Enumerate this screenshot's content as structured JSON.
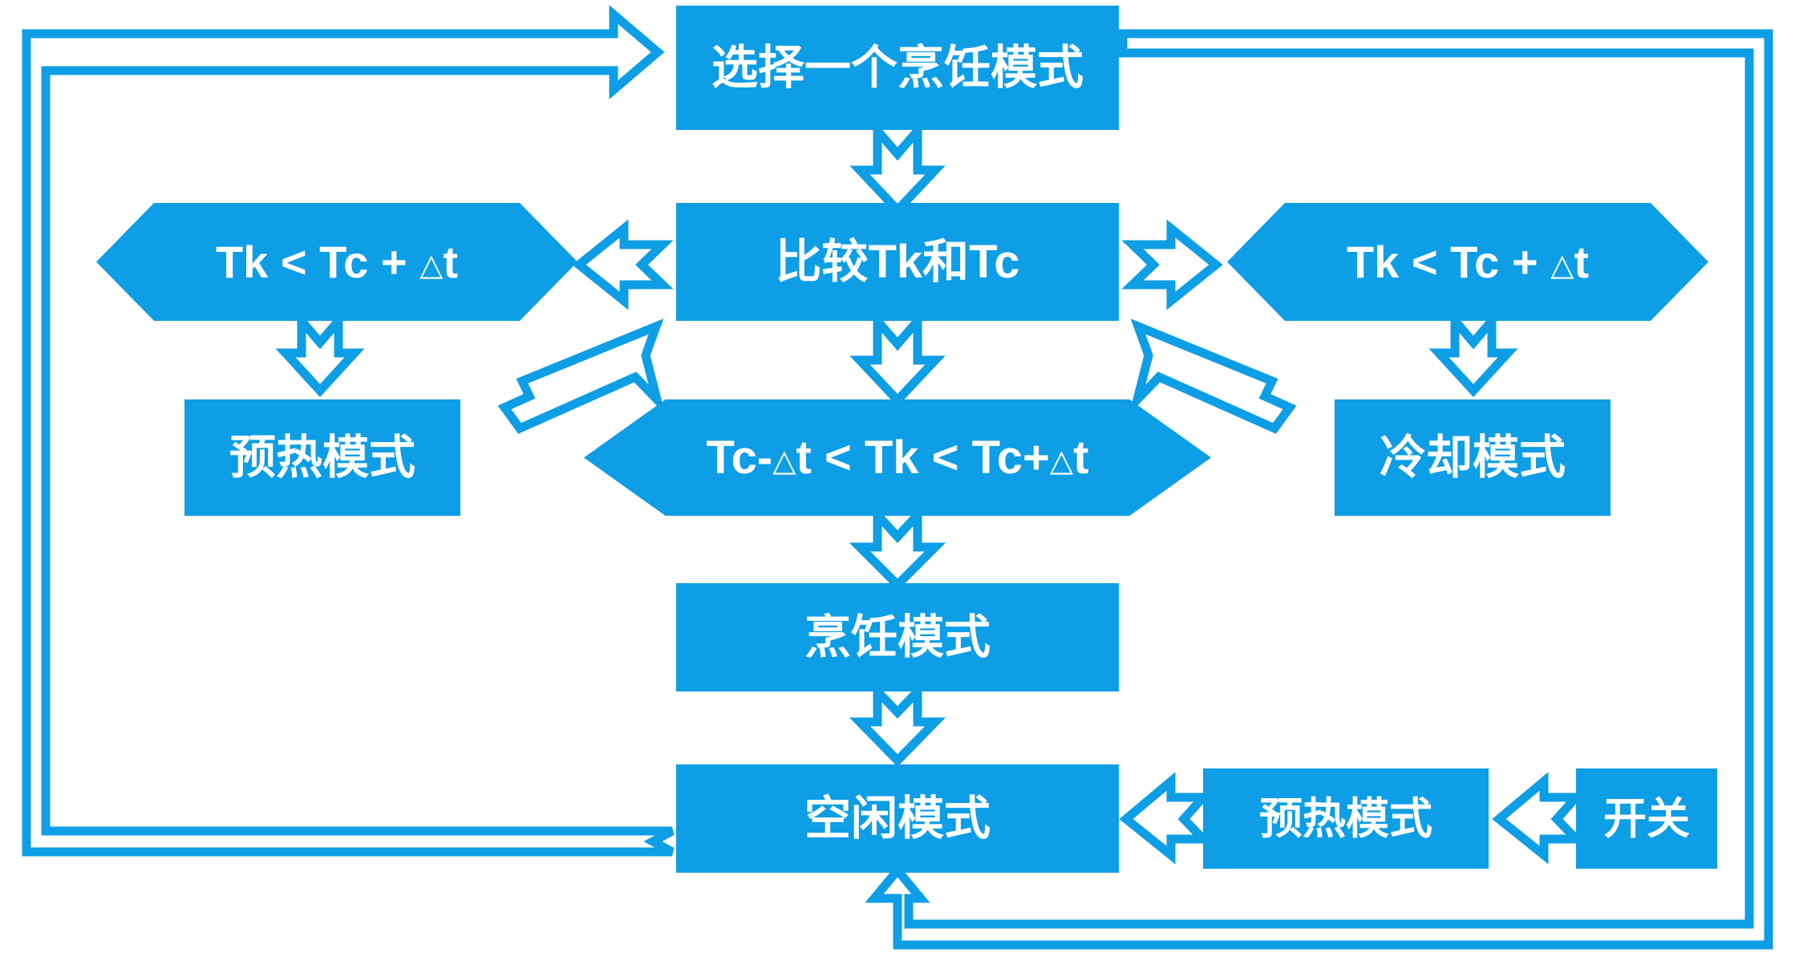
{
  "meta": {
    "title": "烹饪模式状态切换流程图",
    "accent_color": "#0d9ee5",
    "background_color": "#ffffff",
    "text_color": "#ffffff"
  },
  "nodes": {
    "select_mode": {
      "label": "选择一个烹饪模式",
      "shape": "rectangle"
    },
    "compare": {
      "label": "比较Tk和Tc",
      "shape": "rectangle"
    },
    "cond_left": {
      "label": "Tk < Tc + △t",
      "shape": "hexagon"
    },
    "cond_right": {
      "label": "Tk < Tc + △t",
      "shape": "hexagon"
    },
    "cond_middle": {
      "label": "Tc-△t < Tk < Tc+△t",
      "shape": "hexagon"
    },
    "preheat_left": {
      "label": "预热模式",
      "shape": "rectangle"
    },
    "cooling_right": {
      "label": "冷却模式",
      "shape": "rectangle"
    },
    "cooking": {
      "label": "烹饪模式",
      "shape": "rectangle"
    },
    "idle": {
      "label": "空闲模式",
      "shape": "rectangle"
    },
    "preheat_bottom": {
      "label": "预热模式",
      "shape": "rectangle"
    },
    "power_switch": {
      "label": "开关",
      "shape": "rectangle"
    }
  },
  "edges": [
    {
      "name": "select-to-compare",
      "from": "select_mode",
      "to": "compare",
      "direction": "down",
      "style": "block-arrow"
    },
    {
      "name": "compare-to-cond-left",
      "from": "compare",
      "to": "cond_left",
      "direction": "left",
      "style": "block-arrow"
    },
    {
      "name": "compare-to-cond-right",
      "from": "compare",
      "to": "cond_right",
      "direction": "right",
      "style": "block-arrow"
    },
    {
      "name": "compare-to-cond-middle",
      "from": "compare",
      "to": "cond_middle",
      "direction": "down",
      "style": "block-arrow"
    },
    {
      "name": "cond-left-to-preheat",
      "from": "cond_left",
      "to": "preheat_left",
      "direction": "down",
      "style": "block-arrow"
    },
    {
      "name": "cond-right-to-cooling",
      "from": "cond_right",
      "to": "cooling_right",
      "direction": "down",
      "style": "block-arrow"
    },
    {
      "name": "preheat-to-compare",
      "from": "preheat_left",
      "to": "compare",
      "direction": "up-right-diagonal",
      "style": "block-arrow"
    },
    {
      "name": "cooling-to-compare",
      "from": "cooling_right",
      "to": "compare",
      "direction": "up-left-diagonal",
      "style": "block-arrow"
    },
    {
      "name": "cond-middle-to-cooking",
      "from": "cond_middle",
      "to": "cooking",
      "direction": "down",
      "style": "block-arrow"
    },
    {
      "name": "cooking-to-idle",
      "from": "cooking",
      "to": "idle",
      "direction": "down",
      "style": "block-arrow"
    },
    {
      "name": "preheat-bottom-to-idle",
      "from": "preheat_bottom",
      "to": "idle",
      "direction": "left",
      "style": "block-arrow"
    },
    {
      "name": "switch-to-preheat-bottom",
      "from": "power_switch",
      "to": "preheat_bottom",
      "direction": "left",
      "style": "block-arrow"
    },
    {
      "name": "idle-loop-to-select",
      "from": "idle",
      "to": "select_mode",
      "direction": "left-up-loop",
      "style": "outline-line-arrow"
    },
    {
      "name": "select-loop-return",
      "from": "select_mode",
      "to": "idle",
      "direction": "right-down-loop",
      "style": "outline-line-arrow"
    }
  ]
}
